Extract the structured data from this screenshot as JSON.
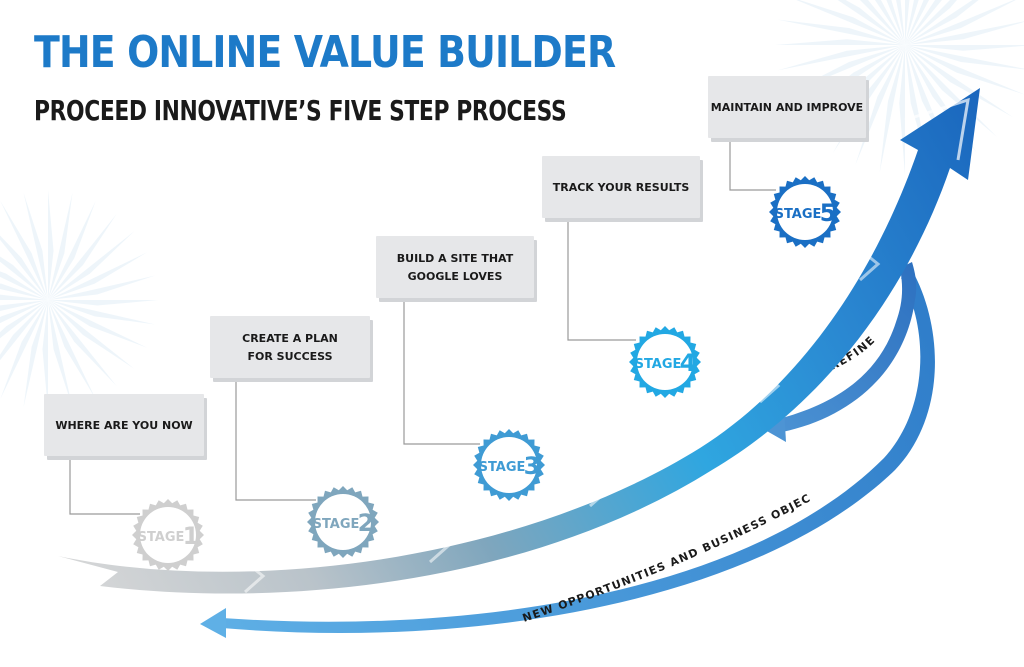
{
  "header": {
    "title": "THE ONLINE VALUE BUILDER",
    "subtitle": "PROCEED INNOVATIVE’S FIVE STEP PROCESS"
  },
  "stages": [
    {
      "stage_word": "STAGE",
      "number": "1",
      "lines": [
        "WHERE ARE YOU NOW"
      ],
      "color": "#cfcfcf"
    },
    {
      "stage_word": "STAGE",
      "number": "2",
      "lines": [
        "CREATE A PLAN",
        "FOR SUCCESS"
      ],
      "color": "#7fa6bd"
    },
    {
      "stage_word": "STAGE",
      "number": "3",
      "lines": [
        "BUILD A SITE THAT",
        "GOOGLE LOVES"
      ],
      "color": "#3f9bd4"
    },
    {
      "stage_word": "STAGE",
      "number": "4",
      "lines": [
        "TRACK YOUR RESULTS"
      ],
      "color": "#22a8e3"
    },
    {
      "stage_word": "STAGE",
      "number": "5",
      "lines": [
        "MAINTAIN AND IMPROVE"
      ],
      "color": "#1a6fc4"
    }
  ],
  "loops": {
    "refine": "REFINE",
    "new_opportunities": "NEW OPPORTUNITIES AND BUSINESS OBJECTIVES"
  },
  "colors": {
    "title_blue": "#1d7ac8",
    "box_fill": "#e6e7e9",
    "connector": "#9a9a9a",
    "arrow_start": "#d4d4d4",
    "arrow_mid": "#7fa6bd",
    "arrow_end": "#1f6ec2"
  }
}
